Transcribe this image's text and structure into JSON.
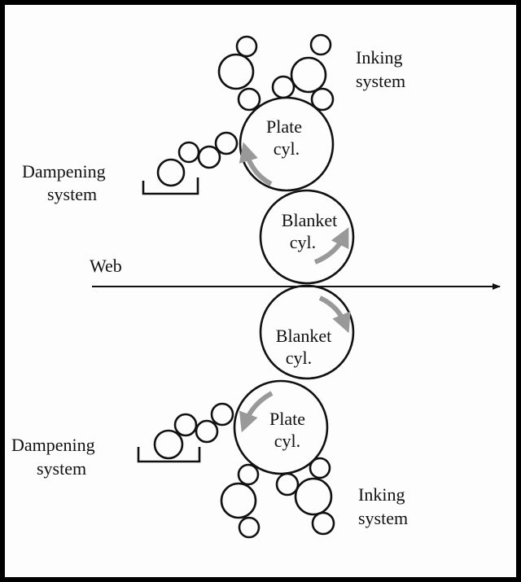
{
  "labels": {
    "inking_top": [
      "Inking",
      "system"
    ],
    "dampening_top": [
      "Dampening",
      "system"
    ],
    "web": "Web",
    "dampening_bottom": [
      "Dampening",
      "system"
    ],
    "inking_bottom": [
      "Inking",
      "system"
    ]
  },
  "cylinders": {
    "plate_top": [
      "Plate",
      "cyl."
    ],
    "blanket_top": [
      "Blanket",
      "cyl."
    ],
    "blanket_bottom": [
      "Blanket",
      "cyl."
    ],
    "plate_bottom": [
      "Plate",
      "cyl."
    ]
  },
  "colors": {
    "line": "#111111",
    "rotation_arrow": "#999999"
  }
}
